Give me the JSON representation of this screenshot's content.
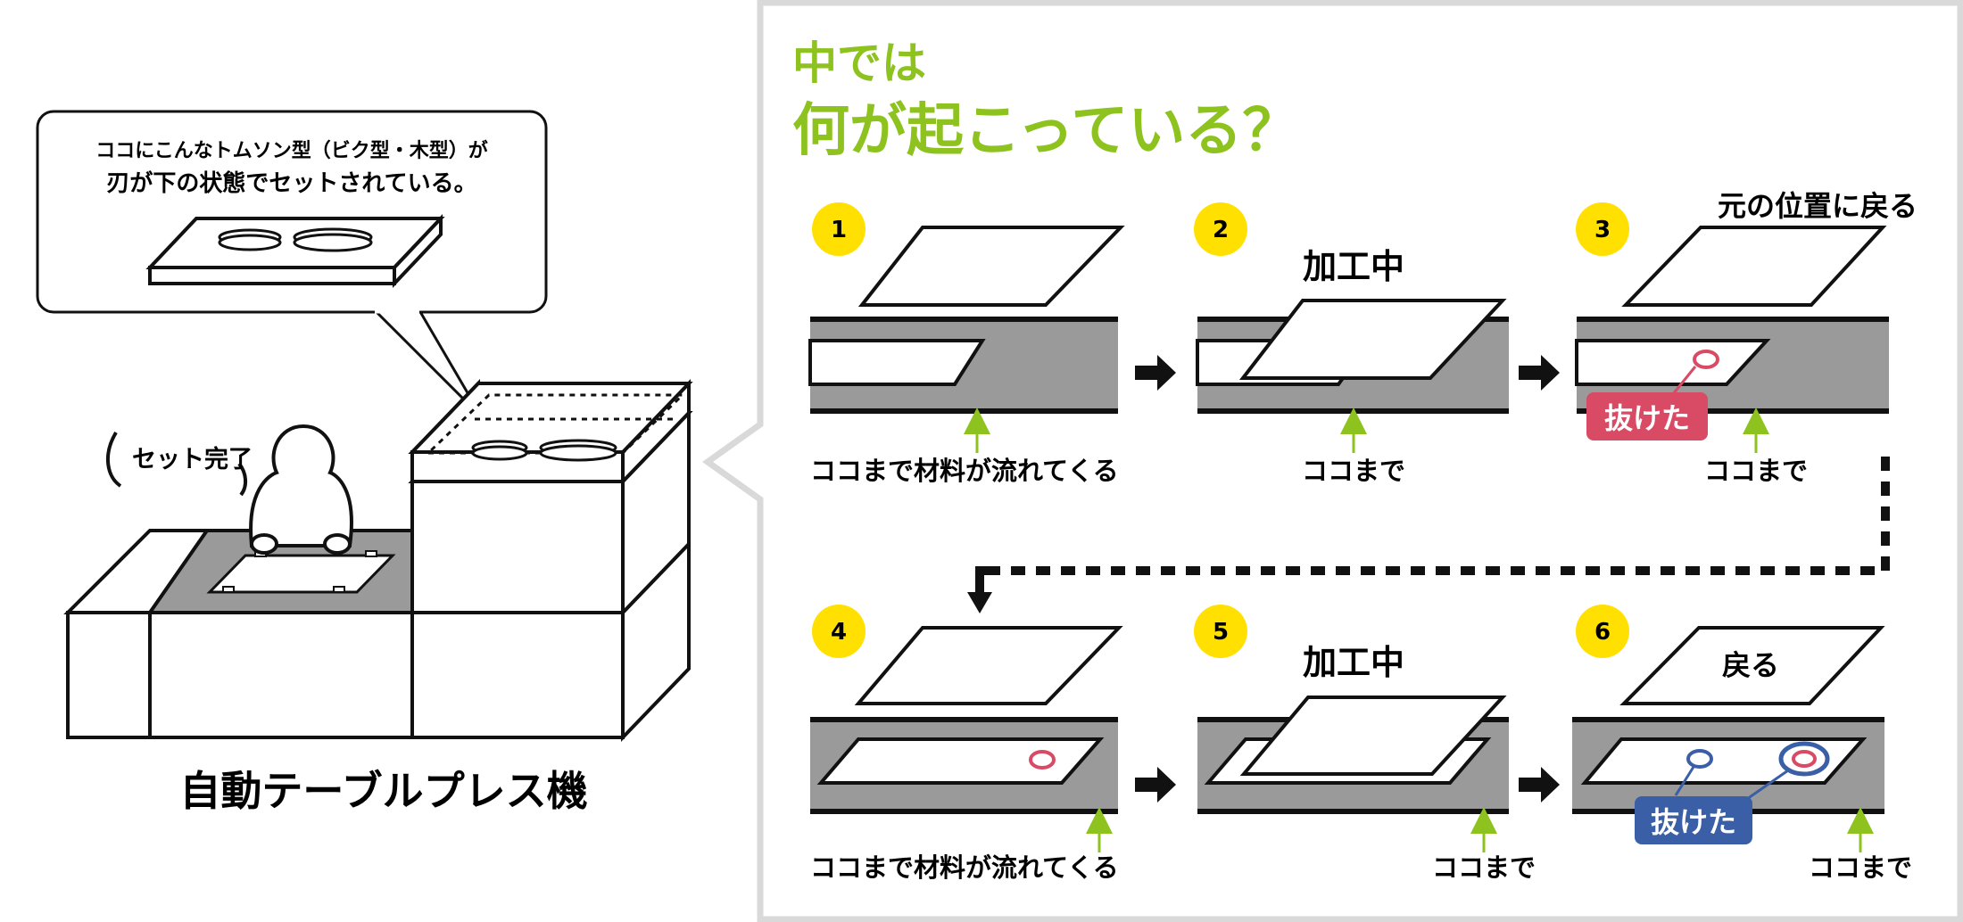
{
  "colors": {
    "green": "#8dc21f",
    "yellow": "#ffe000",
    "gray": "#9a9a9a",
    "light_gray": "#d0d0d0",
    "panel_border": "#d9d9d9",
    "red": "#d94a64",
    "blue": "#3a5fa6"
  },
  "left": {
    "callout_line1": "ココにこんなトムソン型（ビク型・木型）が",
    "callout_line2": "刃が下の状態でセットされている。",
    "set_complete": "セット完了",
    "machine_label": "自動テーブルプレス機"
  },
  "panel": {
    "title_line1": "中では",
    "title_line2": "何が起こっている？",
    "steps": [
      {
        "num": "1",
        "caption": "ココまで材料が流れてくる"
      },
      {
        "num": "2",
        "label": "加工中",
        "caption": "ココまで"
      },
      {
        "num": "3",
        "label": "元の位置に戻る",
        "badge": "抜けた",
        "caption": "ココまで"
      },
      {
        "num": "4",
        "caption": "ココまで材料が流れてくる"
      },
      {
        "num": "5",
        "label": "加工中",
        "caption": "ココまで"
      },
      {
        "num": "6",
        "label": "戻る",
        "badge": "抜けた",
        "caption": "ココまで"
      }
    ]
  }
}
